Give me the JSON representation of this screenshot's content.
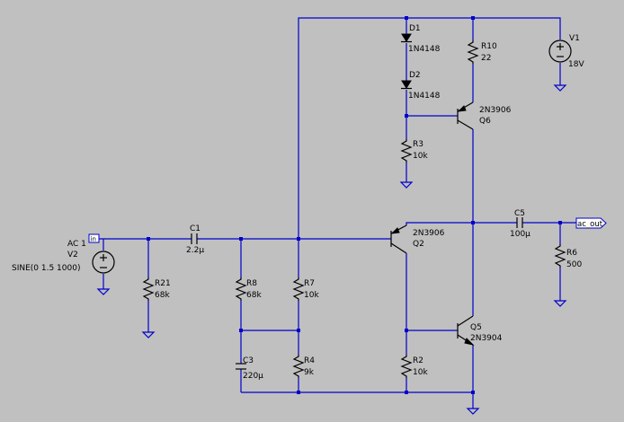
{
  "colors": {
    "background": "#c0c0c0",
    "wire": "#0000cc",
    "component": "#000000",
    "junction": "#0000cc"
  },
  "components": {
    "d1": {
      "name": "D1",
      "value": "1N4148"
    },
    "d2": {
      "name": "D2",
      "value": "1N4148"
    },
    "r10": {
      "name": "R10",
      "value": "22"
    },
    "v1": {
      "name": "V1",
      "value": "18V"
    },
    "q6": {
      "name": "Q6",
      "value": "2N3906"
    },
    "r3": {
      "name": "R3",
      "value": "10k"
    },
    "v2": {
      "name": "V2",
      "ac": "AC 1",
      "value": "SINE(0 1.5 1000)"
    },
    "c1": {
      "name": "C1",
      "value": "2.2µ"
    },
    "r21": {
      "name": "R21",
      "value": "68k"
    },
    "r8": {
      "name": "R8",
      "value": "68k"
    },
    "r7": {
      "name": "R7",
      "value": "10k"
    },
    "c3": {
      "name": "C3",
      "value": "220µ"
    },
    "r4": {
      "name": "R4",
      "value": "9k"
    },
    "q2": {
      "name": "Q2",
      "value": "2N3906"
    },
    "c5": {
      "name": "C5",
      "value": "100µ"
    },
    "r6": {
      "name": "R6",
      "value": "500"
    },
    "q5": {
      "name": "Q5",
      "value": "2N3904"
    },
    "r2": {
      "name": "R2",
      "value": "10k"
    }
  },
  "ports": {
    "input": "in",
    "output": "ac_out"
  }
}
